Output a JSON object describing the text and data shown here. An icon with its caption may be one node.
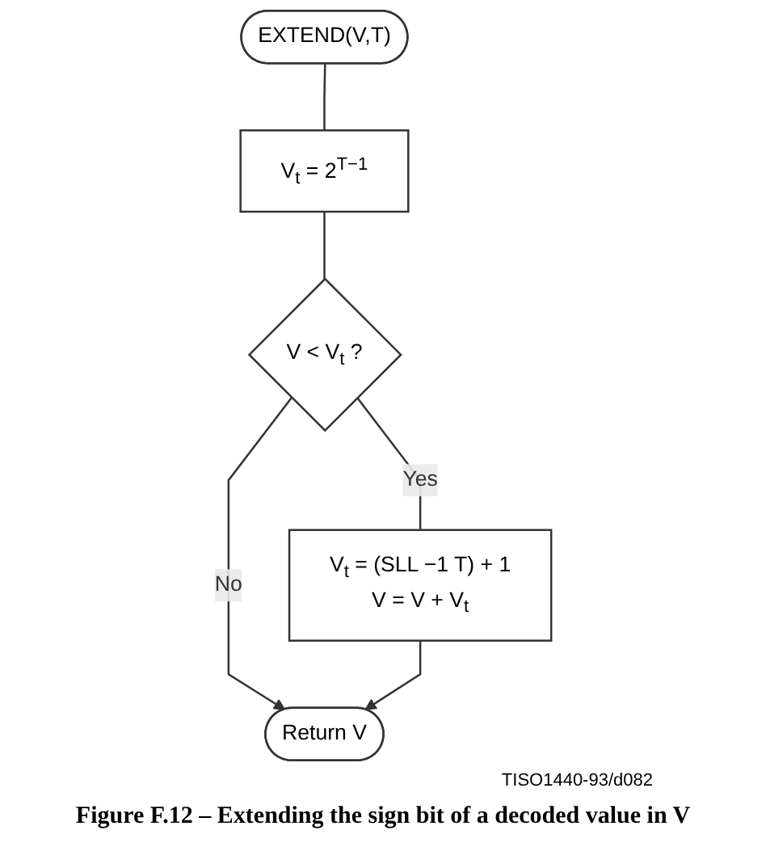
{
  "diagram": {
    "caption": "Figure F.12 – Extending the sign bit of a decoded value in V",
    "nodes": [
      {
        "text": [
          "EXTEND(V,T)"
        ]
      },
      {
        "text": [
          "V$_{t}$ = 2$^{T−1}$"
        ]
      },
      {
        "text": [
          "V < V$_{t}$ ?"
        ]
      },
      {
        "text": [
          "V$_{t}$ = (SLL −1 T) + 1",
          "V = V + V$_{t}$"
        ]
      },
      {
        "text": [
          "Return V"
        ]
      }
    ],
    "edges": [
      {
        "from": 0,
        "to": 1,
        "arrow": "none"
      },
      {
        "from": 1,
        "to": 2,
        "arrow": "none"
      },
      {
        "from": 2,
        "to": 3,
        "label": "Yes",
        "arrow": "none"
      },
      {
        "from": 2,
        "to": 4,
        "label": "No",
        "arrow": "to"
      },
      {
        "from": 3,
        "to": 4,
        "arrow": "to"
      }
    ],
    "labels": [
      "TISO1440-93/d082"
    ]
  }
}
